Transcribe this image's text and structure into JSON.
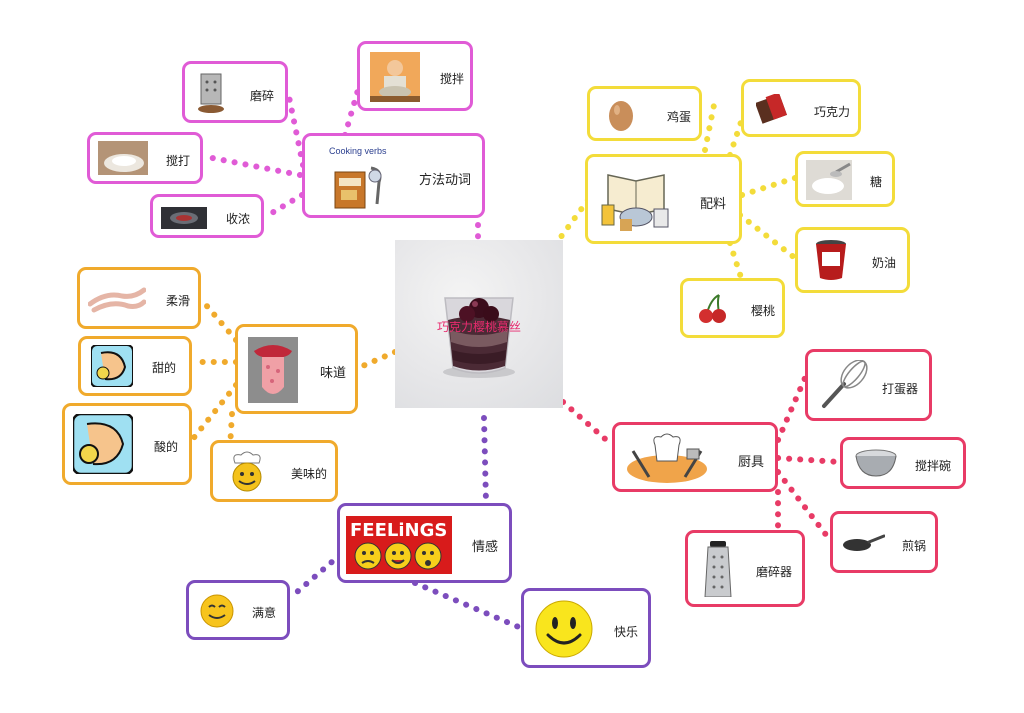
{
  "center": {
    "title": "巧克力樱桃慕丝"
  },
  "branches": {
    "cooking_verbs": {
      "caption": "Cooking verbs",
      "label": "方法动词",
      "color": "#e05bd6",
      "children": {
        "grate": "磨碎",
        "stir": "搅拌",
        "whisk": "搅打",
        "reduce": "收浓"
      }
    },
    "ingredients": {
      "label": "配料",
      "color": "#f3dc3a",
      "children": {
        "egg": "鸡蛋",
        "chocolate": "巧克力",
        "sugar": "糖",
        "cream": "奶油",
        "cherry": "樱桃"
      }
    },
    "taste": {
      "label": "味道",
      "color": "#f0aa2c",
      "children": {
        "smooth": "柔滑",
        "sweet": "甜的",
        "sour": "酸的",
        "delicious": "美味的"
      }
    },
    "kitchenware": {
      "label": "厨具",
      "color": "#e83b66",
      "children": {
        "whisk": "打蛋器",
        "bowl": "搅拌碗",
        "pan": "煎锅",
        "grater": "磨碎器"
      }
    },
    "feelings": {
      "label": "情感",
      "banner": "FEELiNGS",
      "color": "#7c4dbd",
      "children": {
        "satisfied": "满意",
        "happy": "快乐"
      }
    }
  }
}
